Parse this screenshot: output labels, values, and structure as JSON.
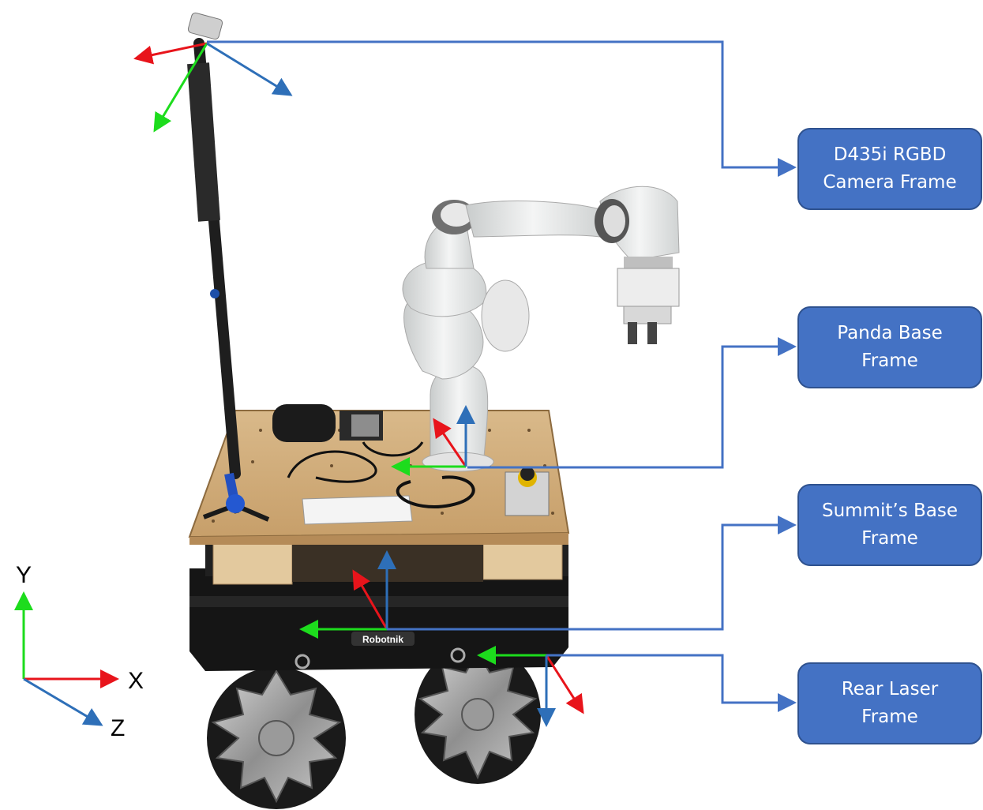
{
  "frames": [
    {
      "id": "camera",
      "line1": "D435i RGBD",
      "line2": "Camera Frame"
    },
    {
      "id": "panda",
      "line1": "Panda Base",
      "line2": "Frame"
    },
    {
      "id": "summit",
      "line1": "Summit’s Base",
      "line2": "Frame"
    },
    {
      "id": "laser",
      "line1": "Rear Laser",
      "line2": "Frame"
    }
  ],
  "legend": {
    "x": "X",
    "y": "Y",
    "z": "Z"
  },
  "robot_logo_text": "Robotnik",
  "colors": {
    "x_axis": "#e8141b",
    "y_axis": "#1ddc1d",
    "z_axis": "#2e6fb8",
    "connector": "#4472c4",
    "box_fill": "#4472c4",
    "box_border": "#2f528f"
  }
}
